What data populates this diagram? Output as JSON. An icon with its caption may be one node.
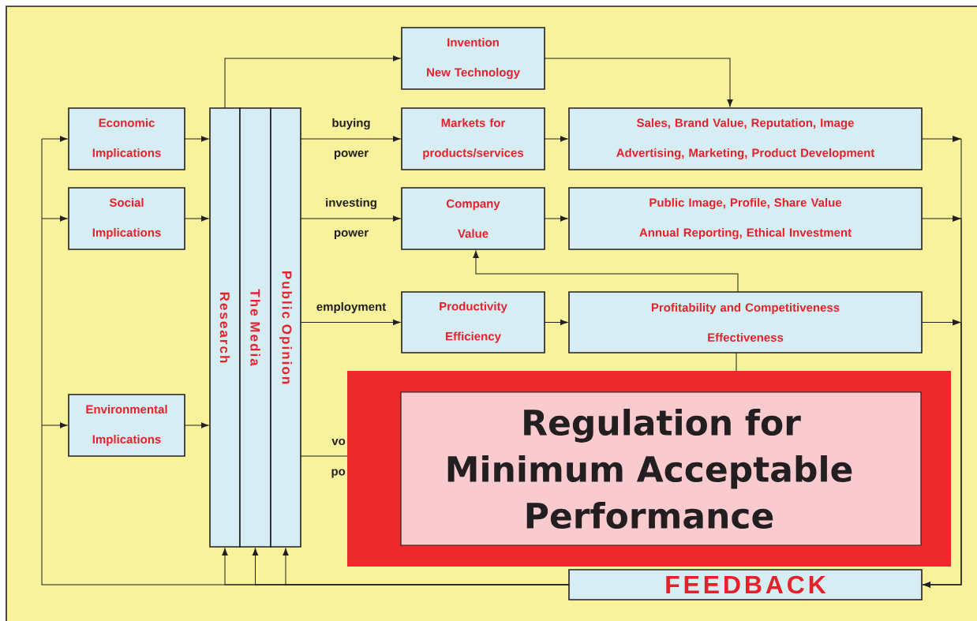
{
  "diagram": {
    "nodes": [
      {
        "text": [
          "Invention",
          "New Technology"
        ]
      },
      {
        "text": [
          "Economic Implications"
        ]
      },
      {
        "text": [
          "Social Implications"
        ]
      },
      {
        "text": [
          "Environmental Implications"
        ]
      },
      {
        "text": [
          "Research"
        ]
      },
      {
        "text": [
          "The Media"
        ]
      },
      {
        "text": [
          "Public Opinion"
        ]
      },
      {
        "text": [
          "Markets for products/services"
        ]
      },
      {
        "text": [
          "Sales, Brand Value, Reputation, Image",
          "Advertising, Marketing, Product Development"
        ]
      },
      {
        "text": [
          "Company Value"
        ]
      },
      {
        "text": [
          "Public Image, Profile, Share Value",
          "Annual Reporting, Ethical Investment"
        ]
      },
      {
        "text": [
          "Productivity",
          "Efficiency"
        ]
      },
      {
        "text": [
          "Profitability and Competitiveness",
          "Effectiveness"
        ]
      },
      {
        "text": [
          "Regulation for Minimum Acceptable Performance"
        ]
      },
      {
        "text": [
          "FEEDBACK"
        ]
      }
    ],
    "edges": [
      {
        "from": 1,
        "to": 4,
        "arrow": "to"
      },
      {
        "from": 2,
        "to": 4,
        "arrow": "to"
      },
      {
        "from": 3,
        "to": 4,
        "arrow": "to"
      },
      {
        "from": 4,
        "to": 0,
        "arrow": "to"
      },
      {
        "from": 6,
        "to": 7,
        "arrow": "to",
        "label": "buying power"
      },
      {
        "from": 6,
        "to": 9,
        "arrow": "to",
        "label": "investing power"
      },
      {
        "from": 6,
        "to": 11,
        "arrow": "to",
        "label": "employment"
      },
      {
        "from": 6,
        "to": 13,
        "arrow": "none"
      },
      {
        "from": 0,
        "to": 8,
        "arrow": "to"
      },
      {
        "from": 7,
        "to": 8,
        "arrow": "to"
      },
      {
        "from": 9,
        "to": 10,
        "arrow": "to"
      },
      {
        "from": 11,
        "to": 12,
        "arrow": "to"
      },
      {
        "from": 12,
        "to": 9,
        "arrow": "to"
      },
      {
        "from": 12,
        "to": 13,
        "arrow": "none"
      },
      {
        "from": 8,
        "to": 14,
        "arrow": "to"
      },
      {
        "from": 10,
        "to": 14,
        "arrow": "to"
      },
      {
        "from": 12,
        "to": 14,
        "arrow": "to"
      },
      {
        "from": 14,
        "to": 1,
        "arrow": "to"
      },
      {
        "from": 14,
        "to": 2,
        "arrow": "to"
      },
      {
        "from": 14,
        "to": 3,
        "arrow": "to"
      },
      {
        "from": 14,
        "to": 4,
        "arrow": "to"
      },
      {
        "from": 14,
        "to": 5,
        "arrow": "to"
      },
      {
        "from": 14,
        "to": 6,
        "arrow": "to"
      }
    ],
    "labels": [
      "vo",
      "po"
    ]
  }
}
